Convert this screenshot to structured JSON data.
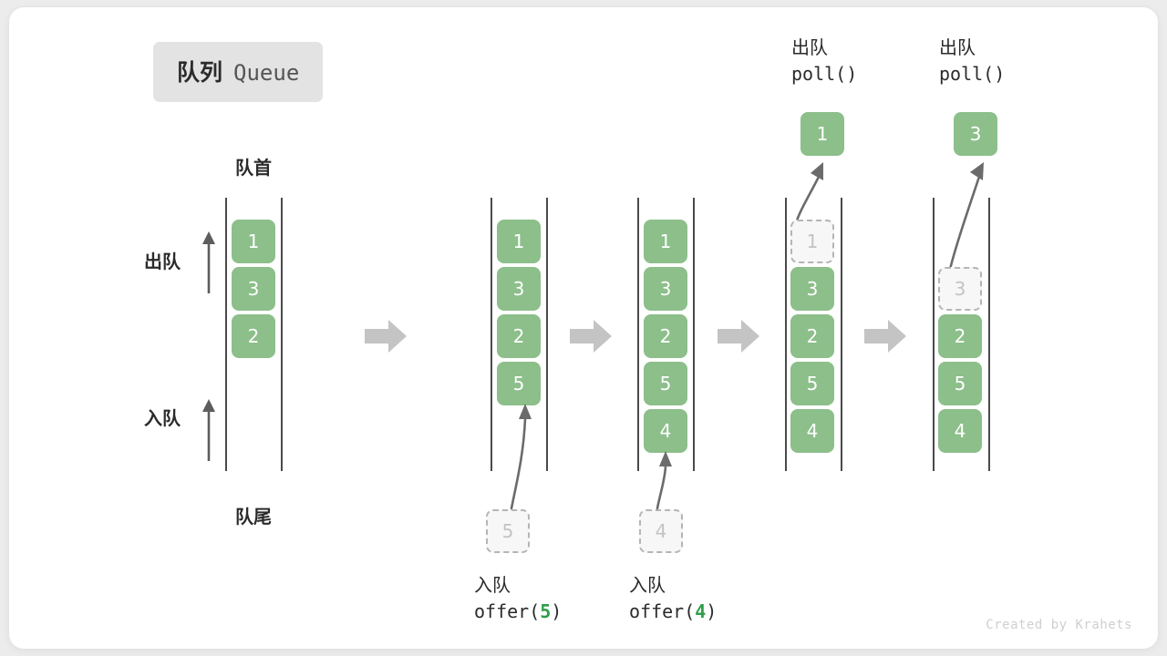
{
  "title": {
    "cn": "队列",
    "en": "Queue"
  },
  "legend": {
    "head_label": "队首",
    "tail_label": "队尾",
    "dequeue_label": "出队",
    "enqueue_label": "入队"
  },
  "colors": {
    "cell_fill": "#8cbf8a",
    "cell_text": "#ffffff",
    "ghost_fill": "#f7f7f7",
    "ghost_border": "#b5b5b5",
    "ghost_text": "#c3c3c3",
    "rail": "#4a4a4a",
    "arrow": "#c4c4c4",
    "curve_arrow": "#6b6b6b",
    "badge_bg": "#e3e3e3",
    "accent_green": "#2e9e4a",
    "canvas_bg": "#ffffff",
    "page_bg": "#ececec"
  },
  "columns": [
    {
      "id": "state-initial",
      "cells": [
        "1",
        "3",
        "2"
      ],
      "ghosts": [],
      "popped": null,
      "op": null
    },
    {
      "id": "state-after-offer-5",
      "cells": [
        "1",
        "3",
        "2",
        "5"
      ],
      "ghosts": [],
      "popped": null,
      "incoming": "5",
      "op": {
        "cn": "入队",
        "fn": "offer(",
        "arg": "5",
        "close": ")"
      }
    },
    {
      "id": "state-after-offer-4",
      "cells": [
        "1",
        "3",
        "2",
        "5",
        "4"
      ],
      "ghosts": [],
      "popped": null,
      "incoming": "4",
      "op": {
        "cn": "入队",
        "fn": "offer(",
        "arg": "4",
        "close": ")"
      }
    },
    {
      "id": "state-after-poll-1",
      "cells": [
        "3",
        "2",
        "5",
        "4"
      ],
      "ghost_head": "1",
      "popped": "1",
      "op": {
        "cn": "出队",
        "fn": "poll(",
        "arg": "",
        "close": ")"
      }
    },
    {
      "id": "state-after-poll-3",
      "cells": [
        "2",
        "5",
        "4"
      ],
      "ghost_head": "3",
      "popped": "3",
      "op": {
        "cn": "出队",
        "fn": "poll(",
        "arg": "",
        "close": ")"
      }
    }
  ],
  "transitions": [
    "step-arrow-1",
    "step-arrow-2",
    "step-arrow-3",
    "step-arrow-4"
  ],
  "credit": "Created by Krahets"
}
